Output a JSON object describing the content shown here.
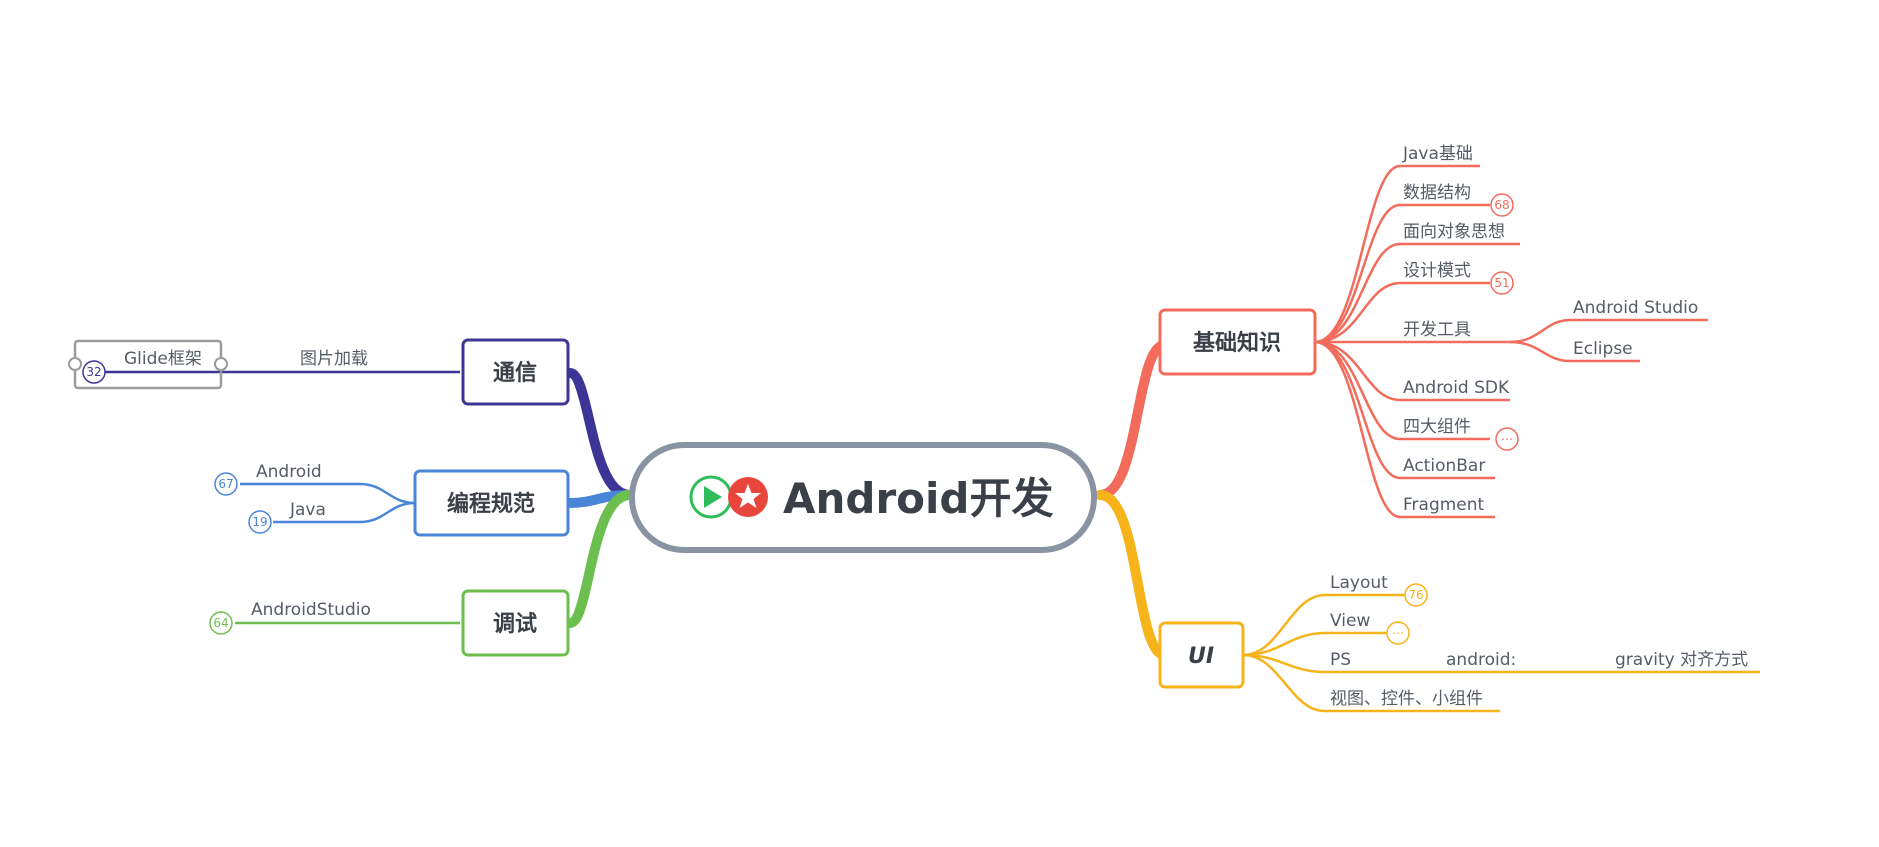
{
  "root": {
    "title": "Android开发",
    "border": "#8a93a3"
  },
  "branches": {
    "basics": {
      "title": "基础知识",
      "color": "#f26b5b",
      "items": [
        {
          "label": "Java基础"
        },
        {
          "label": "数据结构",
          "badge": "68"
        },
        {
          "label": "面向对象思想"
        },
        {
          "label": "设计模式",
          "badge": "51"
        },
        {
          "label": "开发工具",
          "children": [
            "Android Studio",
            "Eclipse"
          ]
        },
        {
          "label": "Android SDK"
        },
        {
          "label": "四大组件",
          "badge": "⋯"
        },
        {
          "label": "ActionBar"
        },
        {
          "label": "Fragment"
        }
      ]
    },
    "ui": {
      "title": "UI",
      "color": "#f6b31a",
      "items": [
        {
          "label": "Layout",
          "badge": "76"
        },
        {
          "label": "View",
          "badge": "⋯"
        },
        {
          "label": "PS",
          "path": [
            "android:",
            "gravity 对齐方式"
          ]
        },
        {
          "label": "视图、控件、小组件"
        }
      ]
    },
    "comm": {
      "title": "通信",
      "color": "#3e3496",
      "child": "图片加载",
      "grandchild": "Glide框架",
      "badge": "32",
      "frame_color": "#9a9a9a"
    },
    "coding": {
      "title": "编程规范",
      "color": "#4a86d8",
      "items": [
        {
          "label": "Android",
          "badge": "67"
        },
        {
          "label": "Java",
          "badge": "19"
        }
      ]
    },
    "debug": {
      "title": "调试",
      "color": "#6cbf4f",
      "items": [
        {
          "label": "AndroidStudio",
          "badge": "64"
        }
      ]
    }
  },
  "icons": [
    "play-icon",
    "star-icon"
  ]
}
